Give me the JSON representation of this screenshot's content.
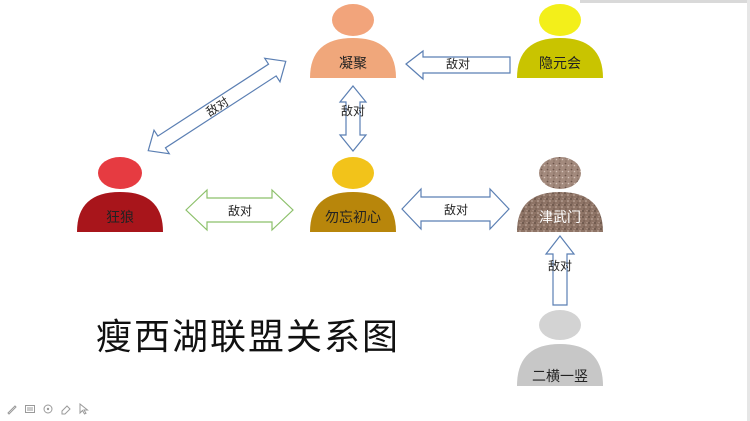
{
  "title": "瘦西湖联盟关系图",
  "relation_label": "敌对",
  "nodes": [
    {
      "id": "ningju",
      "label": "凝聚",
      "color": "#f0a77b",
      "headColor": "#f2a47b"
    },
    {
      "id": "yinyuan",
      "label": "隐元会",
      "color": "#c9c400",
      "headColor": "#f3ef1a"
    },
    {
      "id": "kuanglang",
      "label": "狂狼",
      "color": "#a8151b",
      "headColor": "#e63b41"
    },
    {
      "id": "wuwang",
      "label": "勿忘初心",
      "color": "#b8860b",
      "headColor": "#f2c31a"
    },
    {
      "id": "jinwu",
      "label": "津武门",
      "color": "#8a6d5e",
      "headColor": "#9d8174"
    },
    {
      "id": "erheng",
      "label": "二横一竖",
      "color": "#c7c7c7",
      "headColor": "#d3d3d3"
    }
  ],
  "edges": [
    {
      "from": "yinyuan",
      "to": "ningju",
      "direction": "single",
      "label": "敌对"
    },
    {
      "from": "ningju",
      "to": "wuwang",
      "direction": "double",
      "label": "敌对"
    },
    {
      "from": "kuanglang",
      "to": "ningju",
      "direction": "double",
      "label": "敌对"
    },
    {
      "from": "kuanglang",
      "to": "wuwang",
      "direction": "double",
      "label": "敌对"
    },
    {
      "from": "wuwang",
      "to": "jinwu",
      "direction": "double",
      "label": "敌对"
    },
    {
      "from": "erheng",
      "to": "jinwu",
      "direction": "single",
      "label": "敌对"
    }
  ],
  "toolbar": {
    "items": [
      "pen-icon",
      "slide-icon",
      "pointer-icon",
      "eraser-icon",
      "cursor-icon"
    ]
  }
}
